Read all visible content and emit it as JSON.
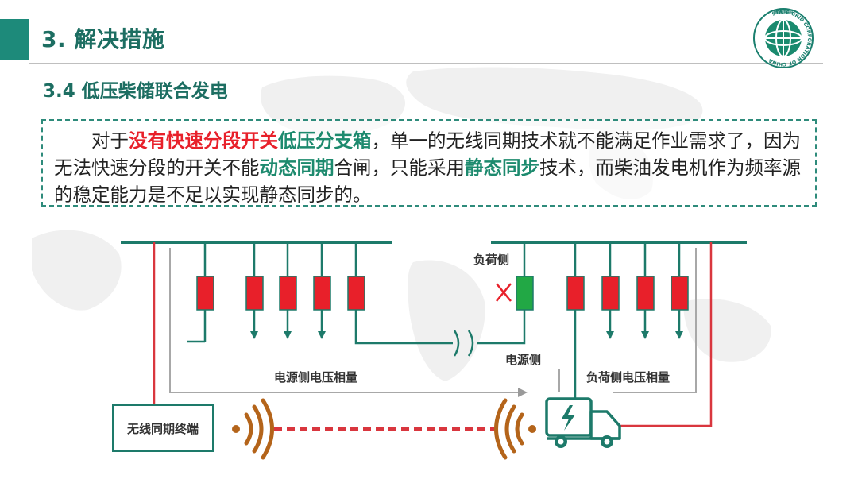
{
  "header": {
    "title": "3. 解决措施",
    "subtitle": "3.4 低压柴储联合发电"
  },
  "logo": {
    "name": "国家电网",
    "text_ring": "STATE GRID CORPORATION OF CHINA",
    "icon": "state-grid-globe-icon"
  },
  "note": {
    "segments": [
      {
        "text": "对于",
        "style": "normal"
      },
      {
        "text": "没有快速分段开关",
        "style": "red"
      },
      {
        "text": "低压分支箱",
        "style": "green"
      },
      {
        "text": "，单一的无线同期技术就不能满足作业需求了，因为无法快速分段的开关不能",
        "style": "normal"
      },
      {
        "text": "动态同期",
        "style": "green"
      },
      {
        "text": "合闸，只能采用",
        "style": "normal"
      },
      {
        "text": "静态同步",
        "style": "green"
      },
      {
        "text": "技术，而柴油发电机作为频率源的稳定能力是不足以实现静态同步的。",
        "style": "normal"
      }
    ]
  },
  "diagram": {
    "labels": {
      "load_side": "负荷侧",
      "source_side": "电源侧",
      "source_voltage_phasor": "电源侧电压相量",
      "load_voltage_phasor": "负荷侧电压相量",
      "terminal": "无线同期终端"
    },
    "colors": {
      "busbar": "#1d7a6a",
      "breaker_closed": "#e8202a",
      "breaker_open": "#22a845",
      "signal_line": "#d9363e",
      "gray_line": "#a8a8a8",
      "wave": "#b4641a"
    },
    "icons": [
      "open-switch-x-icon",
      "wireless-signal-icon",
      "generator-truck-icon"
    ]
  }
}
